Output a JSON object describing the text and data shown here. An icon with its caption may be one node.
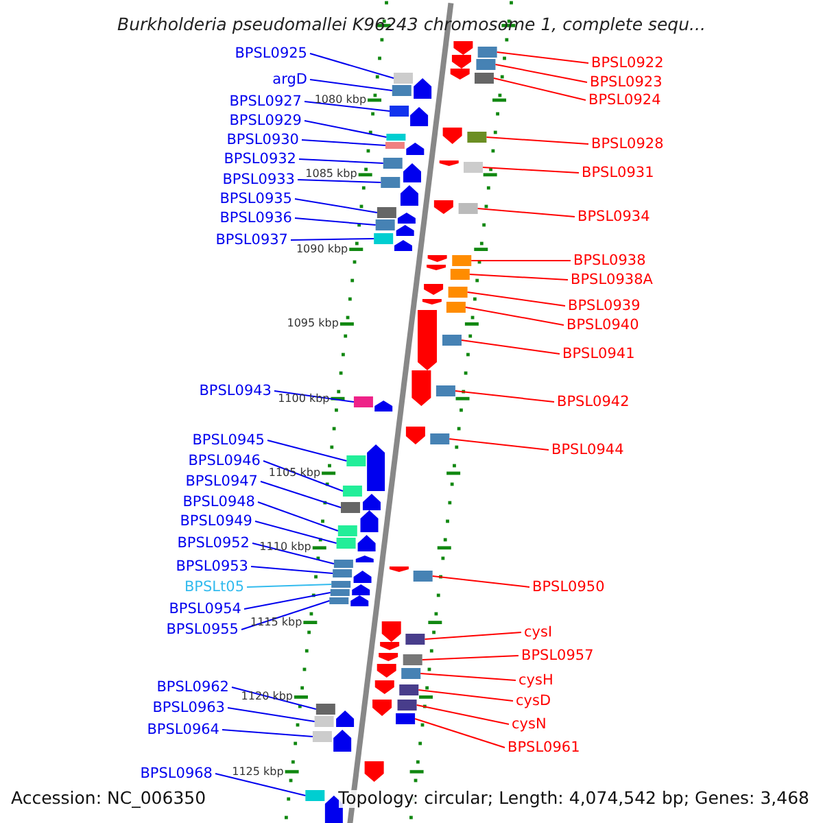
{
  "diagram": {
    "title": "Burkholderia pseudomallei K96243 chromosome 1, complete sequ...",
    "nodes": [
      {
        "text": [
          "BPSL0925"
        ]
      },
      {
        "text": [
          "argD"
        ]
      },
      {
        "text": [
          "BPSL0927"
        ]
      },
      {
        "text": [
          "BPSL0929"
        ]
      },
      {
        "text": [
          "BPSL0930"
        ]
      },
      {
        "text": [
          "BPSL0932"
        ]
      },
      {
        "text": [
          "BPSL0933"
        ]
      },
      {
        "text": [
          "BPSL0935"
        ]
      },
      {
        "text": [
          "BPSL0936"
        ]
      },
      {
        "text": [
          "BPSL0937"
        ]
      },
      {
        "text": [
          "BPSL0943"
        ]
      },
      {
        "text": [
          "BPSL0945"
        ]
      },
      {
        "text": [
          "BPSL0946"
        ]
      },
      {
        "text": [
          "BPSL0947"
        ]
      },
      {
        "text": [
          "BPSL0948"
        ]
      },
      {
        "text": [
          "BPSL0949"
        ]
      },
      {
        "text": [
          "BPSL0952"
        ]
      },
      {
        "text": [
          "BPSL0953"
        ]
      },
      {
        "text": [
          "BPSLt05"
        ]
      },
      {
        "text": [
          "BPSL0954"
        ]
      },
      {
        "text": [
          "BPSL0955"
        ]
      },
      {
        "text": [
          "BPSL0962"
        ]
      },
      {
        "text": [
          "BPSL0963"
        ]
      },
      {
        "text": [
          "BPSL0964"
        ]
      },
      {
        "text": [
          "BPSL0968"
        ]
      },
      {
        "text": [
          "BPSL0922"
        ]
      },
      {
        "text": [
          "BPSL0923"
        ]
      },
      {
        "text": [
          "BPSL0924"
        ]
      },
      {
        "text": [
          "BPSL0928"
        ]
      },
      {
        "text": [
          "BPSL0931"
        ]
      },
      {
        "text": [
          "BPSL0934"
        ]
      },
      {
        "text": [
          "BPSL0938"
        ]
      },
      {
        "text": [
          "BPSL0938A"
        ]
      },
      {
        "text": [
          "BPSL0939"
        ]
      },
      {
        "text": [
          "BPSL0940"
        ]
      },
      {
        "text": [
          "BPSL0941"
        ]
      },
      {
        "text": [
          "BPSL0942"
        ]
      },
      {
        "text": [
          "BPSL0944"
        ]
      },
      {
        "text": [
          "BPSL0950"
        ]
      },
      {
        "text": [
          "cysI"
        ]
      },
      {
        "text": [
          "BPSL0957"
        ]
      },
      {
        "text": [
          "cysH"
        ]
      },
      {
        "text": [
          "cysD"
        ]
      },
      {
        "text": [
          "cysN"
        ]
      },
      {
        "text": [
          "BPSL0961"
        ]
      },
      {
        "text": [],
        "shape": "box"
      },
      {
        "text": [],
        "shape": "box"
      },
      {
        "text": [],
        "shape": "box"
      },
      {
        "text": [],
        "shape": "box"
      },
      {
        "text": [],
        "shape": "box"
      },
      {
        "text": [],
        "shape": "box"
      },
      {
        "text": [],
        "shape": "box"
      },
      {
        "text": [],
        "shape": "box"
      },
      {
        "text": [],
        "shape": "box"
      },
      {
        "text": [],
        "shape": "box"
      },
      {
        "text": [],
        "shape": "box"
      },
      {
        "text": [],
        "shape": "box"
      },
      {
        "text": [],
        "shape": "box"
      },
      {
        "text": [],
        "shape": "box"
      },
      {
        "text": [],
        "shape": "box"
      },
      {
        "text": [],
        "shape": "box"
      },
      {
        "text": [],
        "shape": "box"
      },
      {
        "text": [],
        "shape": "box"
      },
      {
        "text": [],
        "shape": "box"
      },
      {
        "text": [],
        "shape": "box"
      },
      {
        "text": [],
        "shape": "box"
      },
      {
        "text": [],
        "shape": "box"
      },
      {
        "text": [],
        "shape": "box"
      },
      {
        "text": [],
        "shape": "box"
      },
      {
        "text": [],
        "shape": "box"
      },
      {
        "text": [],
        "shape": "box"
      },
      {
        "text": [],
        "shape": "box"
      },
      {
        "text": [],
        "shape": "box"
      },
      {
        "text": [],
        "shape": "box"
      },
      {
        "text": [],
        "shape": "box"
      },
      {
        "text": [],
        "shape": "box"
      },
      {
        "text": [],
        "shape": "box"
      },
      {
        "text": [],
        "shape": "box"
      },
      {
        "text": [],
        "shape": "box"
      },
      {
        "text": [],
        "shape": "box"
      },
      {
        "text": [],
        "shape": "box"
      },
      {
        "text": [],
        "shape": "box"
      },
      {
        "text": [],
        "shape": "box"
      },
      {
        "text": [],
        "shape": "box"
      },
      {
        "text": [],
        "shape": "box"
      },
      {
        "text": [],
        "shape": "box"
      },
      {
        "text": [],
        "shape": "box"
      },
      {
        "text": [],
        "shape": "box"
      },
      {
        "text": [],
        "shape": "box"
      },
      {
        "text": [],
        "shape": "box"
      }
    ],
    "edges": [
      {
        "from": 0,
        "to": 45,
        "arrow": "none"
      },
      {
        "from": 1,
        "to": 46,
        "arrow": "none"
      },
      {
        "from": 2,
        "to": 47,
        "arrow": "none"
      },
      {
        "from": 3,
        "to": 48,
        "arrow": "none"
      },
      {
        "from": 4,
        "to": 49,
        "arrow": "none"
      },
      {
        "from": 5,
        "to": 50,
        "arrow": "none"
      },
      {
        "from": 6,
        "to": 51,
        "arrow": "none"
      },
      {
        "from": 7,
        "to": 52,
        "arrow": "none"
      },
      {
        "from": 8,
        "to": 53,
        "arrow": "none"
      },
      {
        "from": 9,
        "to": 54,
        "arrow": "none"
      },
      {
        "from": 10,
        "to": 55,
        "arrow": "none"
      },
      {
        "from": 11,
        "to": 56,
        "arrow": "none"
      },
      {
        "from": 12,
        "to": 57,
        "arrow": "none"
      },
      {
        "from": 13,
        "to": 58,
        "arrow": "none"
      },
      {
        "from": 14,
        "to": 59,
        "arrow": "none"
      },
      {
        "from": 15,
        "to": 60,
        "arrow": "none"
      },
      {
        "from": 16,
        "to": 61,
        "arrow": "none"
      },
      {
        "from": 17,
        "to": 62,
        "arrow": "none"
      },
      {
        "from": 18,
        "to": 63,
        "arrow": "none",
        "color": "#33bbee"
      },
      {
        "from": 19,
        "to": 64,
        "arrow": "none"
      },
      {
        "from": 20,
        "to": 65,
        "arrow": "none"
      },
      {
        "from": 21,
        "to": 66,
        "arrow": "none"
      },
      {
        "from": 22,
        "to": 67,
        "arrow": "none"
      },
      {
        "from": 23,
        "to": 68,
        "arrow": "none"
      },
      {
        "from": 24,
        "to": 69,
        "arrow": "none"
      },
      {
        "from": 25,
        "to": 70,
        "arrow": "none",
        "color": "#ff0000"
      },
      {
        "from": 26,
        "to": 71,
        "arrow": "none",
        "color": "#ff0000"
      },
      {
        "from": 27,
        "to": 72,
        "arrow": "none",
        "color": "#ff0000"
      },
      {
        "from": 28,
        "to": 73,
        "arrow": "none",
        "color": "#ff0000"
      },
      {
        "from": 29,
        "to": 74,
        "arrow": "none",
        "color": "#ff0000"
      },
      {
        "from": 30,
        "to": 75,
        "arrow": "none",
        "color": "#ff0000"
      },
      {
        "from": 31,
        "to": 76,
        "arrow": "none",
        "color": "#ff0000"
      },
      {
        "from": 32,
        "to": 77,
        "arrow": "none",
        "color": "#ff0000"
      },
      {
        "from": 33,
        "to": 78,
        "arrow": "none",
        "color": "#ff0000"
      },
      {
        "from": 34,
        "to": 79,
        "arrow": "none",
        "color": "#ff0000"
      },
      {
        "from": 35,
        "to": 80,
        "arrow": "none",
        "color": "#ff0000"
      },
      {
        "from": 36,
        "to": 81,
        "arrow": "none",
        "color": "#ff0000"
      },
      {
        "from": 37,
        "to": 82,
        "arrow": "none",
        "color": "#ff0000"
      },
      {
        "from": 38,
        "to": 83,
        "arrow": "none",
        "color": "#ff0000"
      },
      {
        "from": 39,
        "to": 84,
        "arrow": "none",
        "color": "#ff0000"
      },
      {
        "from": 40,
        "to": 85,
        "arrow": "none",
        "color": "#ff0000"
      },
      {
        "from": 41,
        "to": 86,
        "arrow": "none",
        "color": "#ff0000"
      },
      {
        "from": 42,
        "to": 87,
        "arrow": "none",
        "color": "#ff0000"
      },
      {
        "from": 43,
        "to": 88,
        "arrow": "none",
        "color": "#ff0000"
      },
      {
        "from": 44,
        "to": 89,
        "arrow": "none",
        "color": "#ff0000"
      }
    ],
    "labels": [
      "1080 kbp",
      "1085 kbp",
      "1090 kbp",
      "1095 kbp",
      "1100 kbp",
      "1105 kbp",
      "1110 kbp",
      "1115 kbp",
      "1120 kbp",
      "1125 kbp",
      "Accession: NC_006350",
      "Topology: circular; Length: 4,074,542 bp; Genes: 3,468"
    ]
  }
}
